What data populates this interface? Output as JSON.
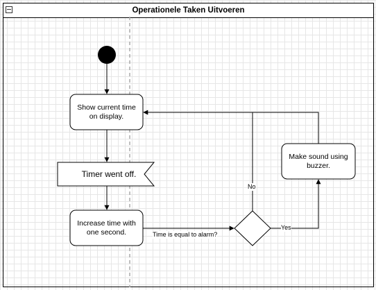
{
  "frame": {
    "title": "Operationele Taken Uitvoeren"
  },
  "nodes": {
    "show_time": "Show current time on display.",
    "timer_off": "Timer went off.",
    "increase_time": "Increase time with one second.",
    "make_sound": "Make sound using buzzer."
  },
  "edges": {
    "condition": "Time is equal to alarm?",
    "no": "No",
    "yes": "Yes"
  }
}
